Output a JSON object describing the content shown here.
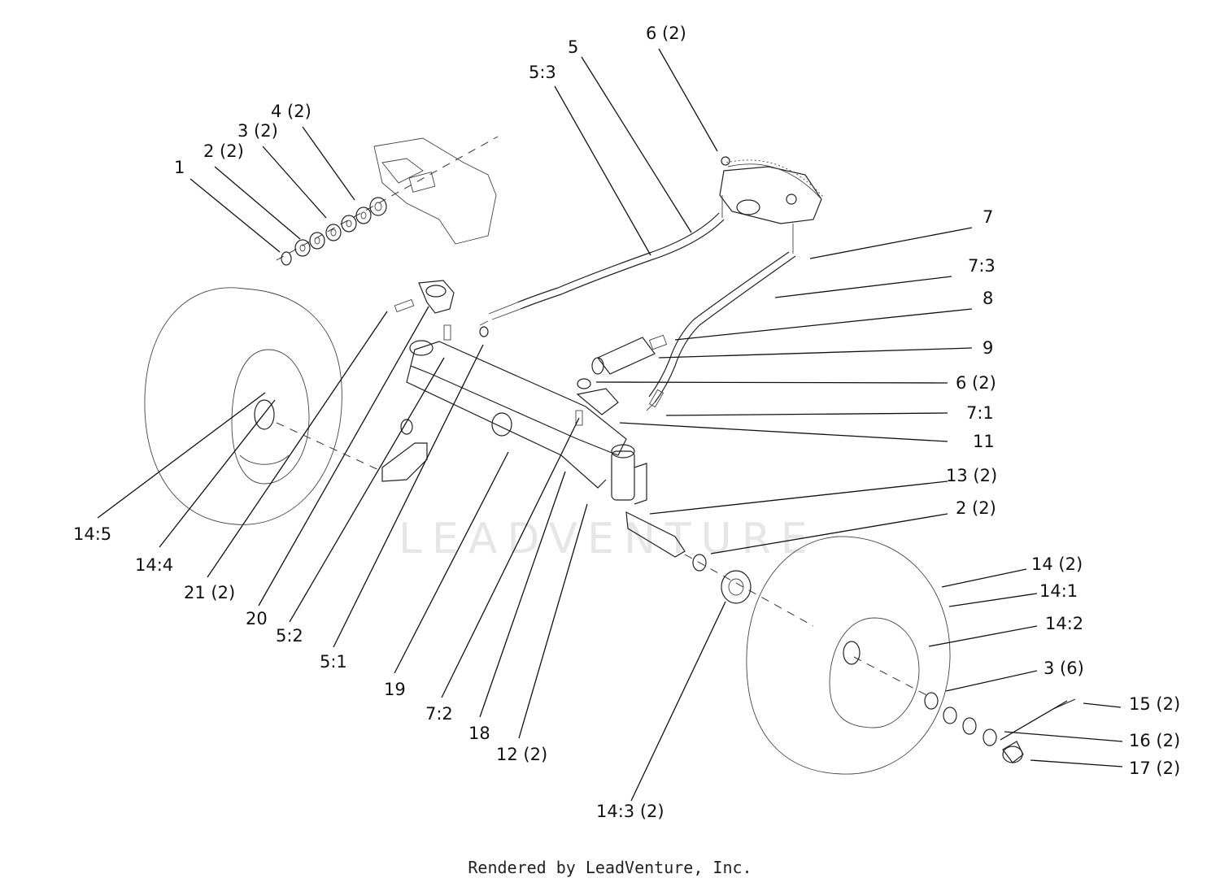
{
  "watermark": "LEADVENTURE",
  "credit": "Rendered by LeadVenture, Inc.",
  "labels": {
    "l1": "1",
    "l2": "2 (2)",
    "l3": "3 (2)",
    "l4": "4 (2)",
    "l5": "5",
    "l5_3": "5:3",
    "l6a": "6 (2)",
    "l7": "7",
    "l7_3": "7:3",
    "l8": "8",
    "l9": "9",
    "l6b": "6 (2)",
    "l7_1": "7:1",
    "l11": "11",
    "l13": "13 (2)",
    "l2b": "2 (2)",
    "l14": "14 (2)",
    "l14_1": "14:1",
    "l14_2": "14:2",
    "l3b": "3 (6)",
    "l15": "15 (2)",
    "l16": "16 (2)",
    "l17": "17 (2)",
    "l14_3": "14:3 (2)",
    "l14_5": "14:5",
    "l14_4": "14:4",
    "l21": "21 (2)",
    "l20": "20",
    "l5_2": "5:2",
    "l5_1": "5:1",
    "l19": "19",
    "l7_2": "7:2",
    "l18": "18",
    "l12": "12 (2)"
  }
}
